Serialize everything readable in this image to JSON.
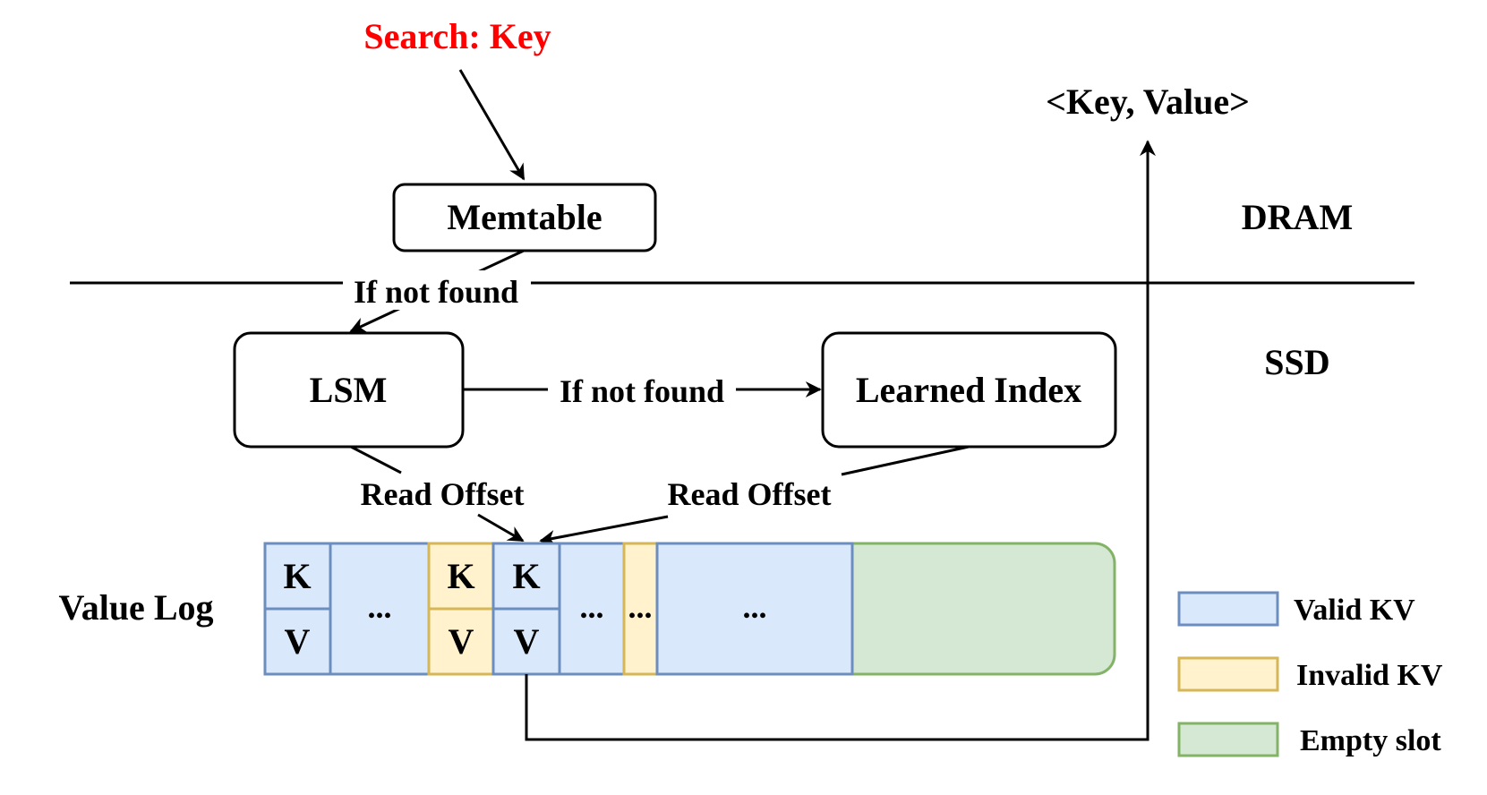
{
  "search_label": "Search: Key",
  "result_label": "<Key, Value>",
  "regions": {
    "dram": "DRAM",
    "ssd": "SSD"
  },
  "nodes": {
    "memtable": "Memtable",
    "lsm": "LSM",
    "learned_index": "Learned Index"
  },
  "edges": {
    "memtable_to_lsm": "If not found",
    "lsm_to_learned": "If not found",
    "lsm_read": "Read Offset",
    "learned_read": "Read Offset"
  },
  "value_log": {
    "label": "Value Log",
    "cells": {
      "k1": "K",
      "v1": "V",
      "dots1": "...",
      "k2": "K",
      "v2": "V",
      "k3": "K",
      "v3": "V",
      "dots2": "...",
      "dots3": "...",
      "dots4": "..."
    }
  },
  "legend": {
    "valid": "Valid KV",
    "invalid": "Invalid KV",
    "empty": "Empty slot"
  },
  "colors": {
    "valid_fill": "#dae8fc",
    "valid_stroke": "#6c8ebf",
    "invalid_fill": "#fff2cc",
    "invalid_stroke": "#d6b656",
    "empty_fill": "#d5e8d4",
    "empty_stroke": "#82b366",
    "search_text": "#ff0000"
  }
}
